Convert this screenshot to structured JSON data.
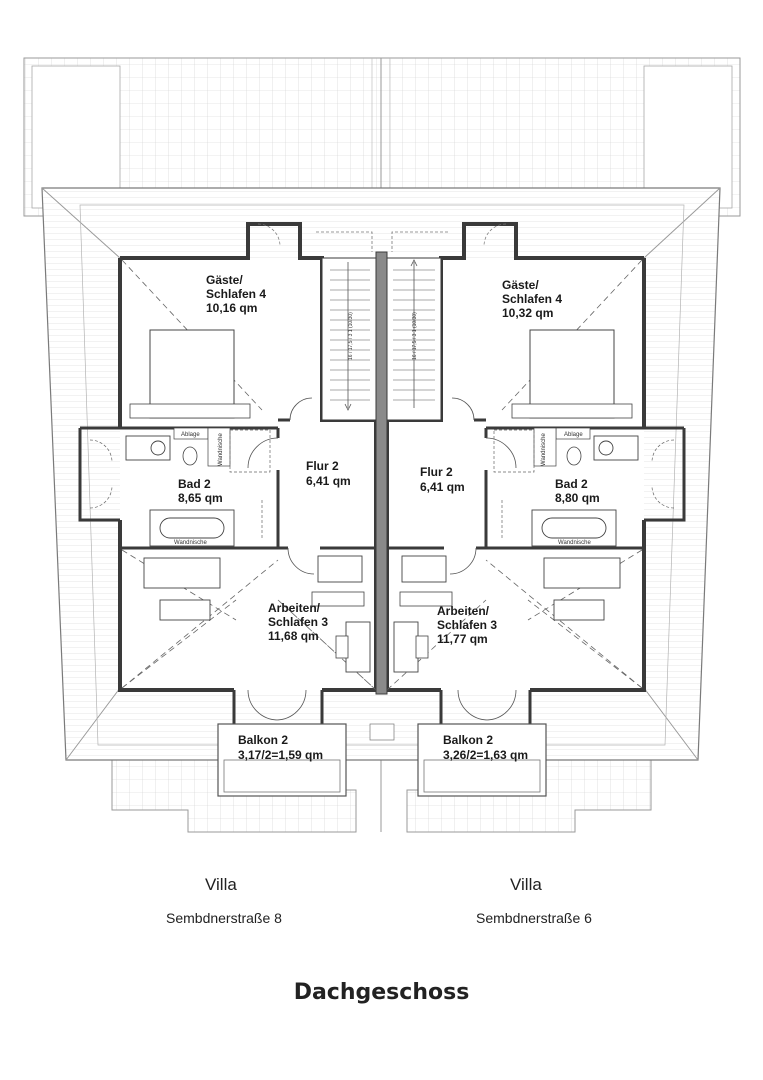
{
  "plan": {
    "left": {
      "rooms": {
        "gaeste": [
          "Gäste/",
          "Schlafen 4",
          "10,16 qm"
        ],
        "flur": [
          "Flur 2",
          "6,41 qm"
        ],
        "bad": [
          "Bad 2",
          "8,65 qm"
        ],
        "arbeiten": [
          "Arbeiten/",
          "Schlafen 3",
          "11,68 qm"
        ],
        "balkon": [
          "Balkon 2",
          "3,17/2=1,59 qm"
        ]
      },
      "ablage": "Ablage",
      "wandnische_shower": "Wandnische",
      "wandnische_tub": "Wandnische",
      "stair_note": "16 / 17,5 / 3 1 (10/30)"
    },
    "right": {
      "rooms": {
        "gaeste": [
          "Gäste/",
          "Schlafen 4",
          "10,32 qm"
        ],
        "flur": [
          "Flur 2",
          "6,41 qm"
        ],
        "bad": [
          "Bad 2",
          "8,80 qm"
        ],
        "arbeiten": [
          "Arbeiten/",
          "Schlafen 3",
          "11,77 qm"
        ],
        "balkon": [
          "Balkon 2",
          "3,26/2=1,63 qm"
        ]
      },
      "ablage": "Ablage",
      "wandnische_shower": "Wandnische",
      "wandnische_tub": "Wandnische",
      "stair_note": "16 / 17,5 / 3 1 (10/30)"
    }
  },
  "captions": {
    "left_villa": "Villa",
    "left_street": "Sembdnerstraße 8",
    "right_villa": "Villa",
    "right_street": "Sembdnerstraße 6"
  },
  "title": "Dachgeschoss",
  "colors": {
    "wall": "#3a3a3a",
    "wall_fill": "#8a8a8a",
    "roof_line": "#bdbdbd",
    "line": "#555555"
  }
}
